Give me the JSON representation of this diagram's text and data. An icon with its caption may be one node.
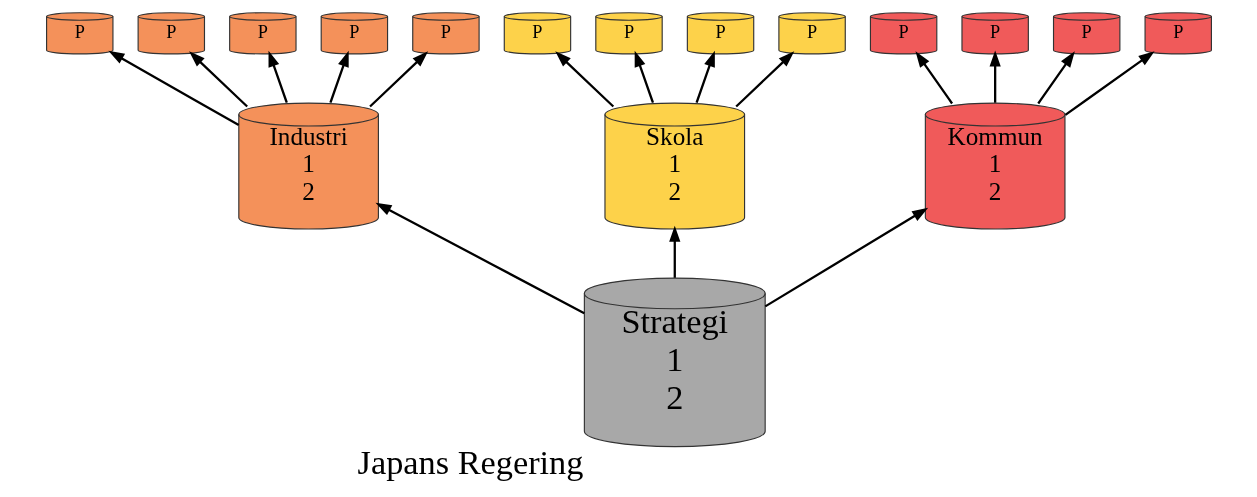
{
  "diagram": {
    "nodes": [
      {
        "text": [
          "Industri",
          "1",
          "2"
        ]
      },
      {
        "text": [
          "P"
        ]
      },
      {
        "text": [
          "P"
        ]
      },
      {
        "text": [
          "P"
        ]
      },
      {
        "text": [
          "P"
        ]
      },
      {
        "text": [
          "P"
        ]
      },
      {
        "text": [
          "Skola",
          "1",
          "2"
        ]
      },
      {
        "text": [
          "P"
        ]
      },
      {
        "text": [
          "P"
        ]
      },
      {
        "text": [
          "P"
        ]
      },
      {
        "text": [
          "P"
        ]
      },
      {
        "text": [
          "Kommun",
          "1",
          "2"
        ]
      },
      {
        "text": [
          "P"
        ]
      },
      {
        "text": [
          "P"
        ]
      },
      {
        "text": [
          "P"
        ]
      },
      {
        "text": [
          "P"
        ]
      },
      {
        "text": [
          "Strategi",
          "1",
          "2"
        ],
        "beside": [
          "Japans Regering"
        ]
      }
    ],
    "edges": [
      {
        "from": 16,
        "to": 0,
        "arrow": "to"
      },
      {
        "from": 16,
        "to": 6,
        "arrow": "to"
      },
      {
        "from": 16,
        "to": 11,
        "arrow": "to"
      },
      {
        "from": 0,
        "to": 1,
        "arrow": "to"
      },
      {
        "from": 0,
        "to": 2,
        "arrow": "to"
      },
      {
        "from": 0,
        "to": 3,
        "arrow": "to"
      },
      {
        "from": 0,
        "to": 4,
        "arrow": "to"
      },
      {
        "from": 0,
        "to": 5,
        "arrow": "to"
      },
      {
        "from": 6,
        "to": 7,
        "arrow": "to"
      },
      {
        "from": 6,
        "to": 8,
        "arrow": "to"
      },
      {
        "from": 6,
        "to": 9,
        "arrow": "to"
      },
      {
        "from": 6,
        "to": 10,
        "arrow": "to"
      },
      {
        "from": 11,
        "to": 12,
        "arrow": "to"
      },
      {
        "from": 11,
        "to": 13,
        "arrow": "to"
      },
      {
        "from": 11,
        "to": 14,
        "arrow": "to"
      },
      {
        "from": 11,
        "to": 15,
        "arrow": "to"
      }
    ]
  }
}
